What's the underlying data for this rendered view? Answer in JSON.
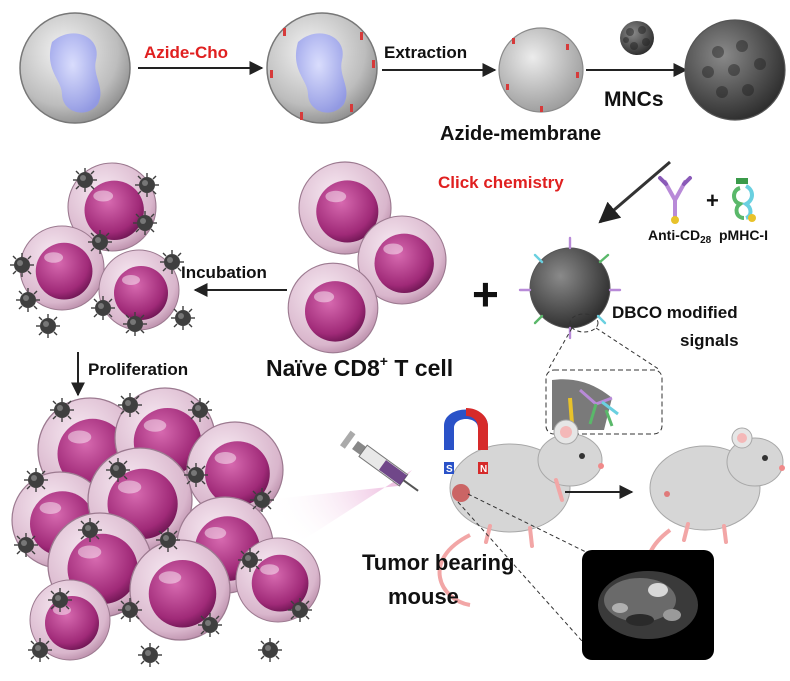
{
  "labels": {
    "azide_cho": "Azide-Cho",
    "extraction": "Extraction",
    "mncs": "MNCs",
    "azide_membrane": "Azide-membrane",
    "click_chemistry": "Click chemistry",
    "anti_cd28_prefix": "Anti-CD",
    "anti_cd28_sub": "28",
    "plus_small": "+",
    "pmhc": "pMHC-I",
    "incubation": "Incubation",
    "plus_big": "+",
    "dbco_line1": "DBCO modified",
    "dbco_line2": "signals",
    "proliferation": "Proliferation",
    "naive_main": "Naïve CD8",
    "naive_sup": "+",
    "naive_tail": " T cell",
    "magnet_s": "S",
    "magnet_n": "N",
    "tumor_line1": "Tumor bearing",
    "tumor_line2": "mouse"
  },
  "colors": {
    "accent_red": "#e02020",
    "text": "#111111",
    "cell_purple": "#a02a78",
    "nucleus_blue": "#8f97e8",
    "nanoparticle": "#4a4a4a",
    "mouse_body": "#d6d6d6",
    "magnet_blue": "#2a52c8",
    "magnet_red": "#d62a2a",
    "mouse_tail": "#f2a6a6"
  },
  "icons": [
    "cell-with-nucleus-icon",
    "membrane-vesicle-icon",
    "nanocluster-icon",
    "antibody-icon",
    "pmhc-icon",
    "t-cell-icon",
    "syringe-icon",
    "magnet-icon",
    "mouse-icon",
    "mri-scan-icon",
    "arrow-icon"
  ]
}
